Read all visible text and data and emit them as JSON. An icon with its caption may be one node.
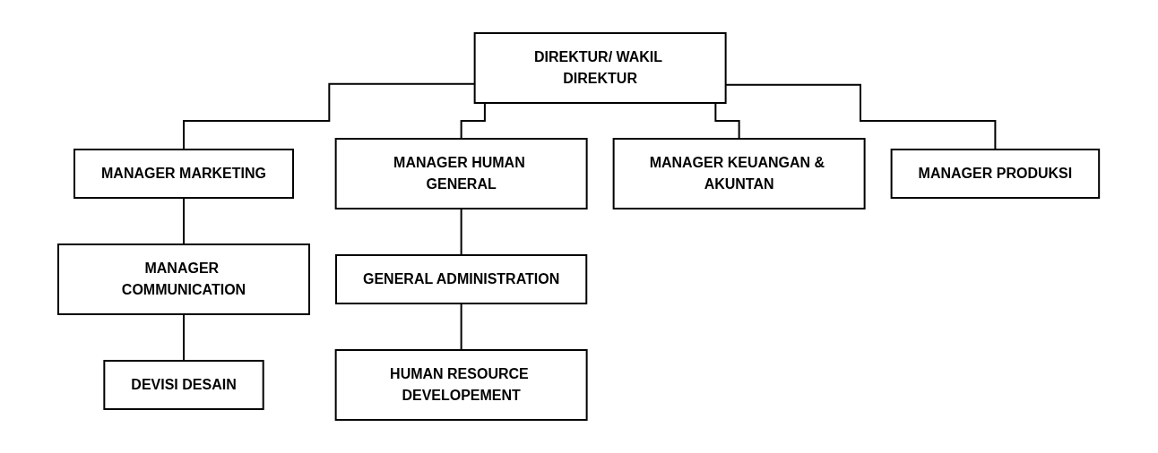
{
  "diagram": {
    "nodes": [
      {
        "text": [
          "DIREKTUR/ WAKIL DIREKTUR"
        ]
      },
      {
        "text": [
          "MANAGER MARKETING"
        ]
      },
      {
        "text": [
          "MANAGER HUMAN GENERAL"
        ]
      },
      {
        "text": [
          "MANAGER KEUANGAN & AKUNTAN"
        ]
      },
      {
        "text": [
          "MANAGER PRODUKSI"
        ]
      },
      {
        "text": [
          "MANAGER COMMUNICATION"
        ]
      },
      {
        "text": [
          "DEVISI DESAIN"
        ]
      },
      {
        "text": [
          "GENERAL ADMINISTRATION"
        ]
      },
      {
        "text": [
          "HUMAN RESOURCE DEVELOPEMENT"
        ]
      }
    ],
    "edges": [
      {
        "from": 0,
        "to": 1,
        "arrow": "none"
      },
      {
        "from": 0,
        "to": 2,
        "arrow": "none"
      },
      {
        "from": 0,
        "to": 3,
        "arrow": "none"
      },
      {
        "from": 0,
        "to": 4,
        "arrow": "none"
      },
      {
        "from": 1,
        "to": 5,
        "arrow": "none"
      },
      {
        "from": 5,
        "to": 6,
        "arrow": "none"
      },
      {
        "from": 2,
        "to": 7,
        "arrow": "none"
      },
      {
        "from": 7,
        "to": 8,
        "arrow": "none"
      }
    ]
  }
}
